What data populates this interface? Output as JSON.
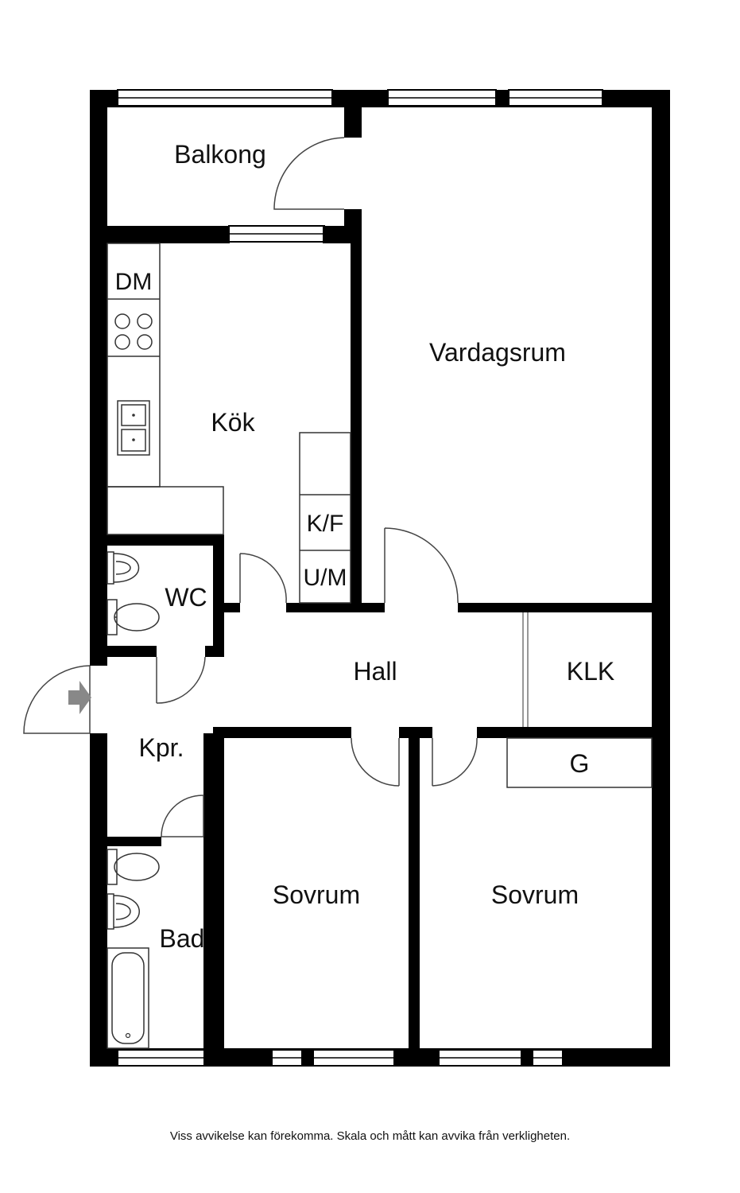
{
  "rooms": {
    "balkong": "Balkong",
    "vardagsrum": "Vardagsrum",
    "kok": "Kök",
    "wc": "WC",
    "hall": "Hall",
    "klk": "KLK",
    "kpr": "Kpr.",
    "g": "G",
    "bad": "Bad",
    "sovrum_1": "Sovrum",
    "sovrum_2": "Sovrum"
  },
  "fixtures": {
    "dm": "DM",
    "kf": "K/F",
    "um": "U/M"
  },
  "disclaimer": "Viss avvikelse kan förekomma. Skala och mått kan avvika från verkligheten."
}
